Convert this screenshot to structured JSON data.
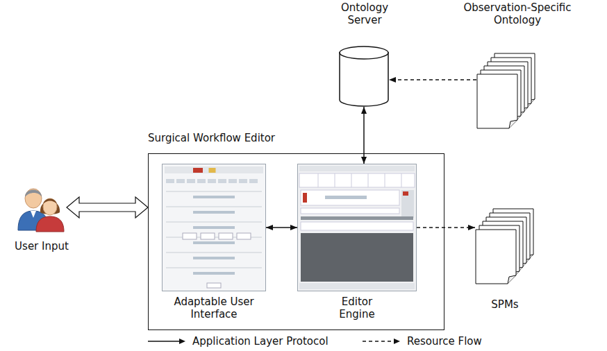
{
  "diagram": {
    "nodes": [
      {
        "text": [
          "Ontology Server"
        ]
      },
      {
        "text": [
          "Observation-Specific Ontology"
        ]
      },
      {
        "text": [
          "Surgical Workflow Editor"
        ]
      },
      {
        "text": [
          "Adaptable User Interface"
        ],
        "in": 2
      },
      {
        "text": [
          "Editor Engine"
        ],
        "in": 2
      },
      {
        "text": [
          "SPMs"
        ]
      },
      {
        "text": [
          "User Input"
        ]
      }
    ],
    "edges": [
      {
        "from": 1,
        "to": 0,
        "arrow": "to"
      },
      {
        "from": 0,
        "to": 4,
        "arrow": "both"
      },
      {
        "from": 3,
        "to": 4,
        "arrow": "both"
      },
      {
        "from": 4,
        "to": 5,
        "arrow": "to"
      },
      {
        "from": 6,
        "to": 2,
        "arrow": "both"
      }
    ],
    "legend": [
      {
        "text": "Application Layer Protocol"
      },
      {
        "text": "Resource Flow"
      }
    ]
  }
}
